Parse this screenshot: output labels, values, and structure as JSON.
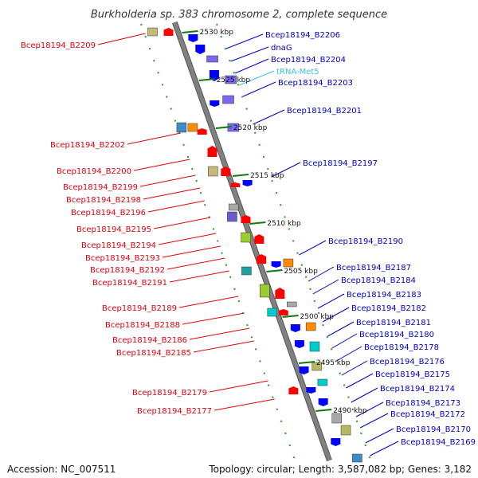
{
  "title": "Burkholderia sp. 383 chromosome 2, complete sequence",
  "footer": {
    "accession": "Accession: NC_007511",
    "topology": "Topology: circular; Length: 3,587,082 bp; Genes: 3,182"
  },
  "colors": {
    "forward_label": "#e2000d",
    "reverse_label": "#0000c8",
    "trna_label": "#3cbeee",
    "backbone": "#808080",
    "cds_forward": "#ff0000",
    "cds_reverse": "#0000ff",
    "dotted_line": "#2a9a2a"
  },
  "scale_ticks": [
    "2530 kbp",
    "2525 kbp",
    "2520 kbp",
    "2515 kbp",
    "2510 kbp",
    "2505 kbp",
    "2500 kbp",
    "2495 kbp",
    "2490 kbp"
  ],
  "forward_labels": [
    "Bcep18194_B2209",
    "Bcep18194_B2202",
    "Bcep18194_B2200",
    "Bcep18194_B2199",
    "Bcep18194_B2198",
    "Bcep18194_B2196",
    "Bcep18194_B2195",
    "Bcep18194_B2194",
    "Bcep18194_B2193",
    "Bcep18194_B2192",
    "Bcep18194_B2191",
    "Bcep18194_B2189",
    "Bcep18194_B2188",
    "Bcep18194_B2186",
    "Bcep18194_B2185",
    "Bcep18194_B2179",
    "Bcep18194_B2177"
  ],
  "reverse_labels": [
    "Bcep18194_B2206",
    "dnaG",
    "Bcep18194_B2204",
    "tRNA-Met5",
    "Bcep18194_B2203",
    "Bcep18194_B2201",
    "Bcep18194_B2197",
    "Bcep18194_B2190",
    "Bcep18194_B2187",
    "Bcep18194_B2184",
    "Bcep18194_B2183",
    "Bcep18194_B2182",
    "Bcep18194_B2181",
    "Bcep18194_B2180",
    "Bcep18194_B2178",
    "Bcep18194_B2176",
    "Bcep18194_B2175",
    "Bcep18194_B2174",
    "Bcep18194_B2173",
    "Bcep18194_B2172",
    "Bcep18194_B2170",
    "Bcep18194_B2169"
  ],
  "trna_labels": [
    "tRNA-Met5"
  ]
}
